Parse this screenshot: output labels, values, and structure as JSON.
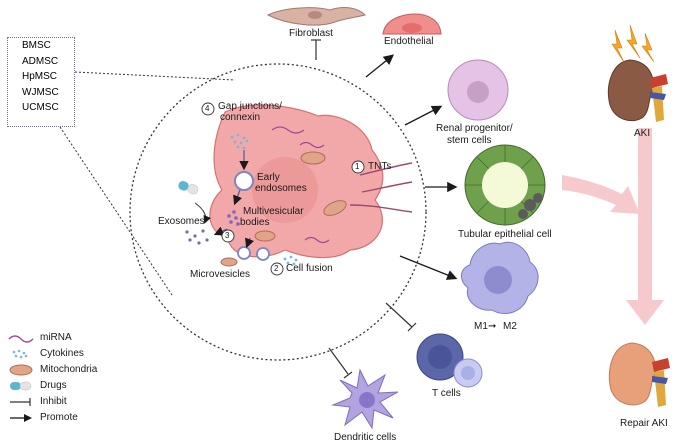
{
  "sources": [
    "BMSC",
    "ADMSC",
    "HpMSC",
    "WJMSC",
    "UCMSC"
  ],
  "targets": {
    "fibroblast": "Fibroblast",
    "endothelial": "Endothelial",
    "renal_progenitor": [
      "Renal progenitor/",
      "stem cells"
    ],
    "tubular": "Tubular epithelial cell",
    "macrophage": "M1",
    "macrophage_to": "M2",
    "tcells": "T cells",
    "dendritic": "Dendritic cells"
  },
  "mechanisms": {
    "gap": [
      "Gap junctions/",
      "connexin"
    ],
    "gap_num": "4",
    "tnts": "TNTs",
    "tnts_num": "1",
    "early": [
      "Early",
      "endosomes"
    ],
    "mvb": [
      "Multivesicular",
      "bodies"
    ],
    "exosomes": "Exosomes",
    "num3": "3",
    "microvesicles": "Microvesicles",
    "fusion": "Cell fusion",
    "fusion_num": "2"
  },
  "kidney": {
    "aki": "AKI",
    "repair": "Repair AKI"
  },
  "legend": [
    {
      "icon": "mirna-icon",
      "label": "miRNA"
    },
    {
      "icon": "cytokines-icon",
      "label": "Cytokines"
    },
    {
      "icon": "mitochondria-icon",
      "label": "Mitochondria"
    },
    {
      "icon": "drugs-icon",
      "label": "Drugs"
    },
    {
      "icon": "inhibit-icon",
      "label": "Inhibit"
    },
    {
      "icon": "promote-icon",
      "label": "Promote"
    }
  ],
  "colors": {
    "msc_cell": "#f2a8a8",
    "msc_outline": "#d97070",
    "nucleus": "#e38c8c",
    "kidney": "#b07a5a",
    "kidney_healthy": "#e8a07a",
    "arrow_pink": "#f4c0c4",
    "source_box": "#6f6fb3"
  }
}
